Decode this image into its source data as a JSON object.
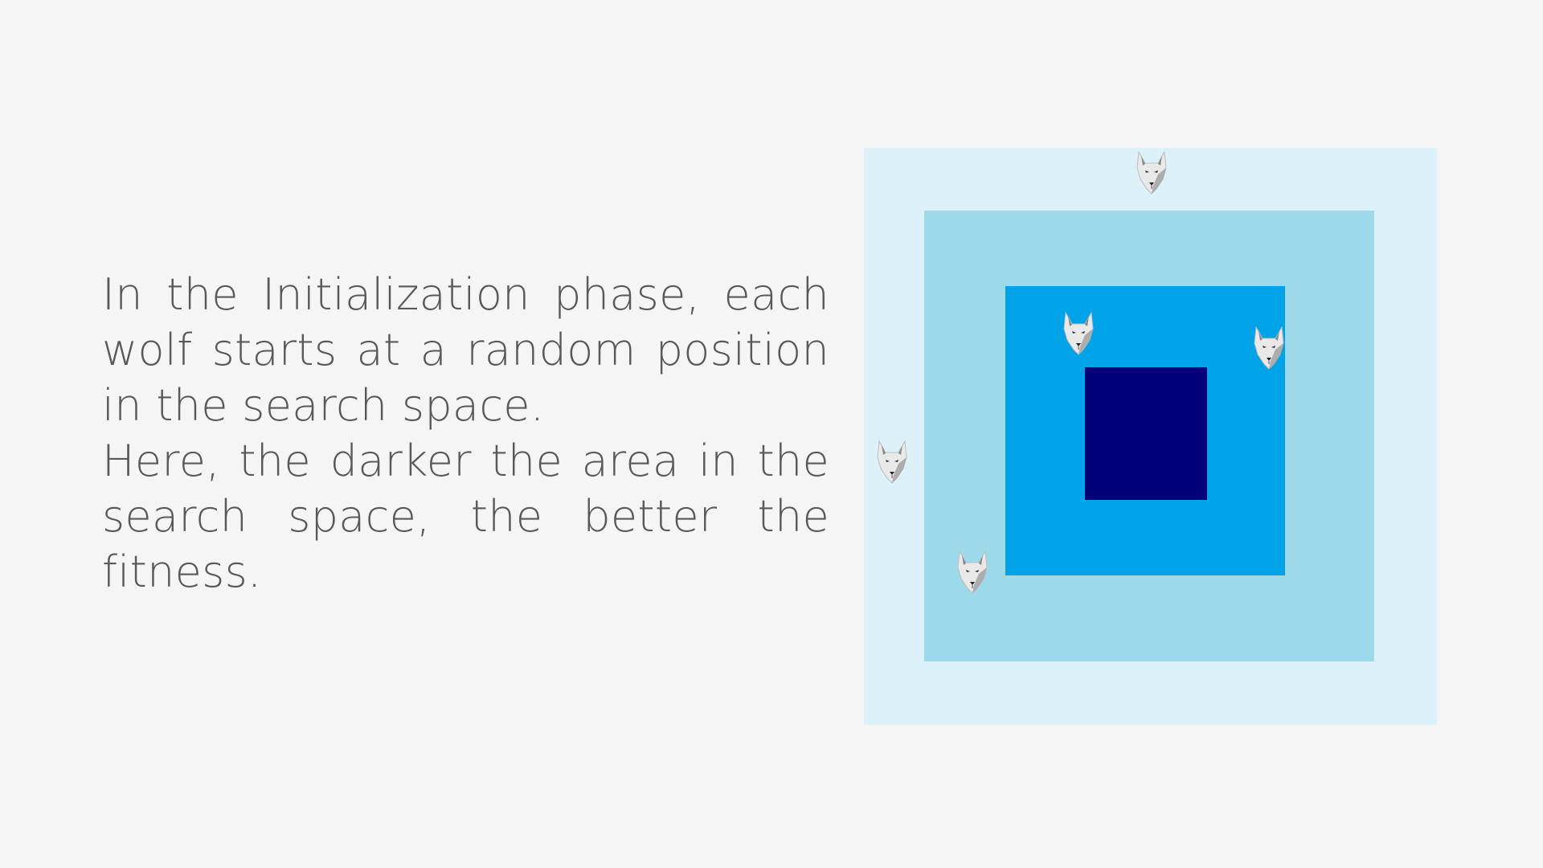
{
  "text": {
    "paragraph1": "In the Initialization phase, each wolf starts at a random position in the search space.",
    "paragraph2": "Here, the darker the area in the search space, the better the fitness."
  },
  "diagram": {
    "zones": [
      {
        "name": "outer-region",
        "color": "#ddf2f8"
      },
      {
        "name": "middle-region",
        "color": "#9cd9ea"
      },
      {
        "name": "inner-region",
        "color": "#00a3e8"
      },
      {
        "name": "core-region",
        "color": "#000078"
      }
    ],
    "wolves": [
      {
        "icon": "wolf-icon"
      },
      {
        "icon": "wolf-icon"
      },
      {
        "icon": "wolf-icon"
      },
      {
        "icon": "wolf-icon"
      },
      {
        "icon": "wolf-icon"
      }
    ]
  },
  "colors": {
    "background": "#f5f5f5",
    "text": "#595959"
  }
}
